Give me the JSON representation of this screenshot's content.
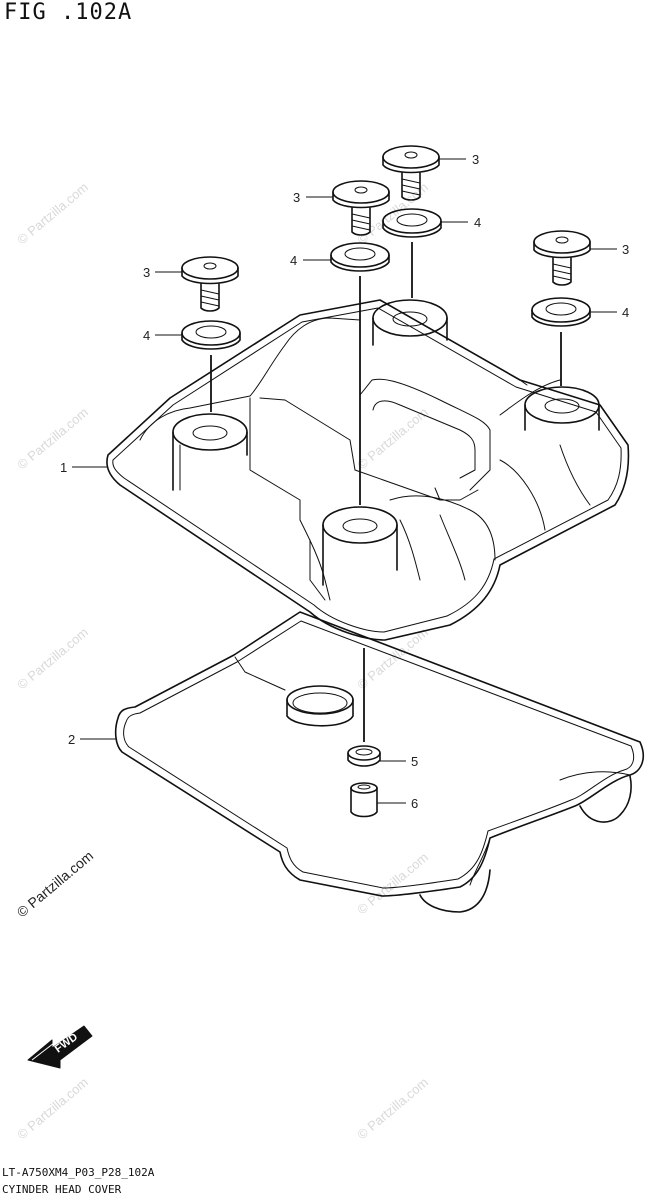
{
  "figure": {
    "title": "FIG .102A",
    "code": "LT-A750XM4_P03_P28_102A",
    "name": "CYINDER HEAD COVER"
  },
  "callouts": [
    {
      "id": "c1",
      "label": "1"
    },
    {
      "id": "c2",
      "label": "2"
    },
    {
      "id": "c3a",
      "label": "3"
    },
    {
      "id": "c3b",
      "label": "3"
    },
    {
      "id": "c3c",
      "label": "3"
    },
    {
      "id": "c3d",
      "label": "3"
    },
    {
      "id": "c4a",
      "label": "4"
    },
    {
      "id": "c4b",
      "label": "4"
    },
    {
      "id": "c4c",
      "label": "4"
    },
    {
      "id": "c4d",
      "label": "4"
    },
    {
      "id": "c5",
      "label": "5"
    },
    {
      "id": "c6",
      "label": "6"
    }
  ],
  "direction_badge": "FWD",
  "watermark": "© Partzilla.com"
}
